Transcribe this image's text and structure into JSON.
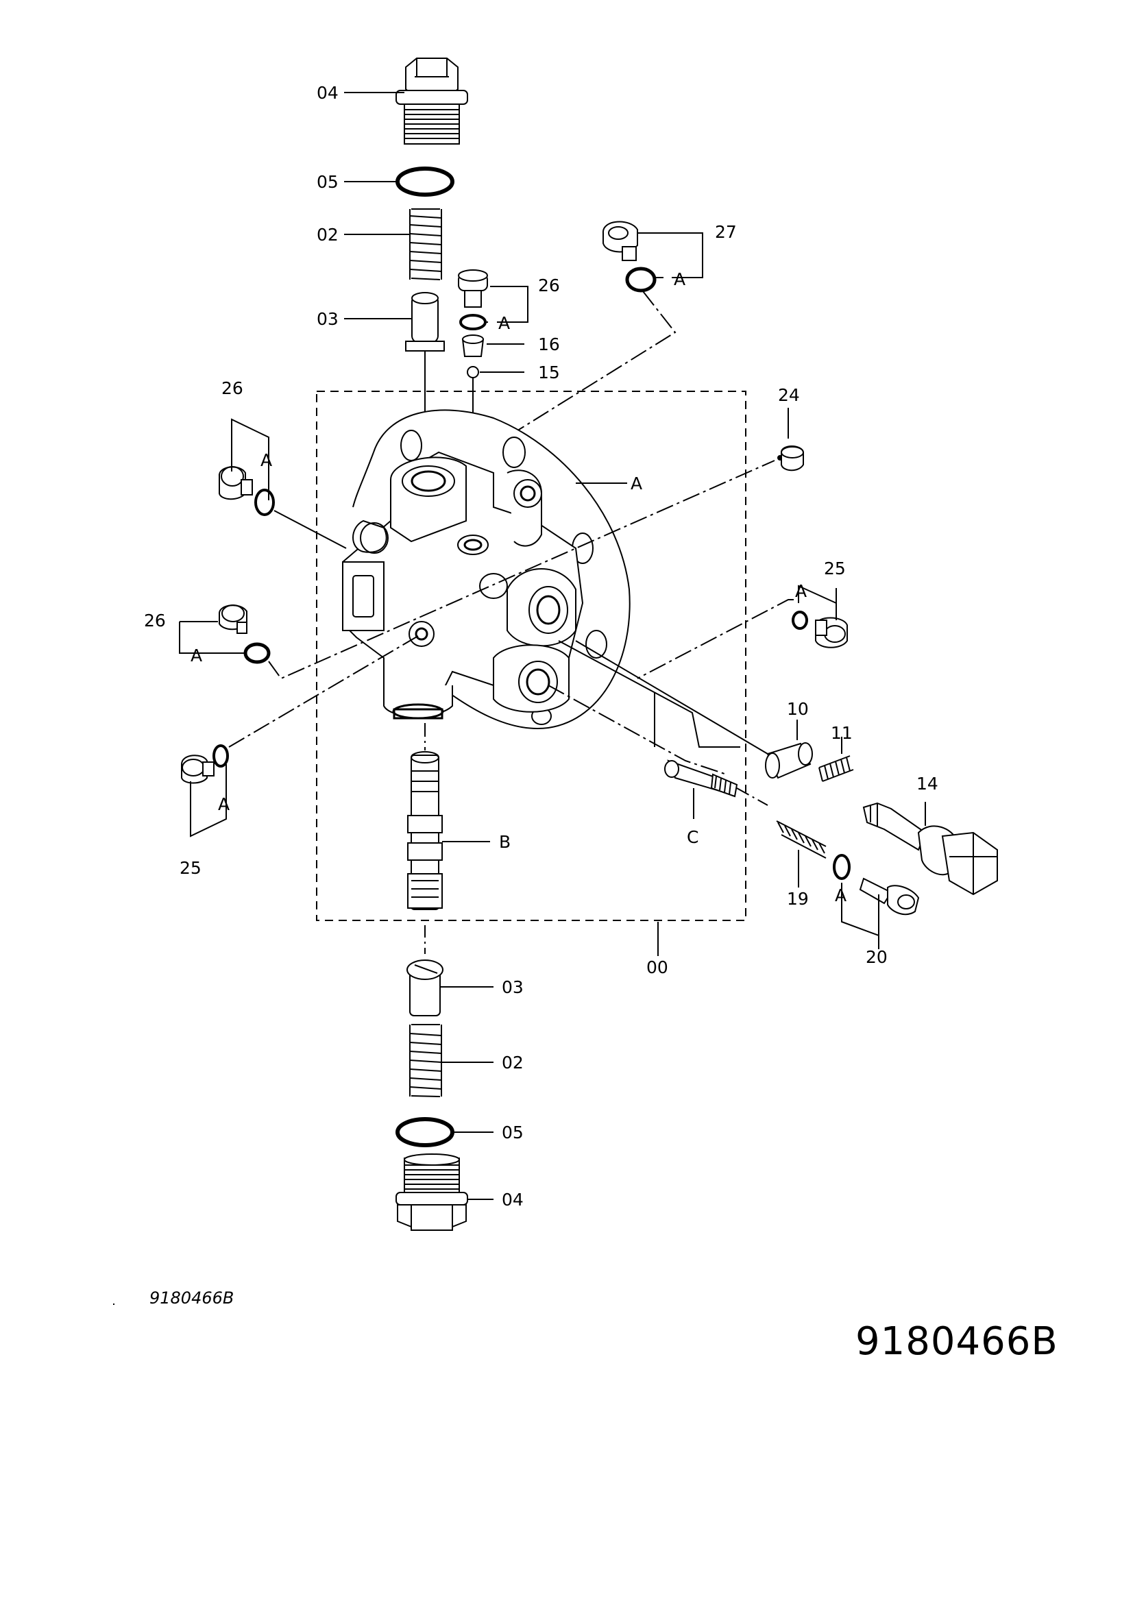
{
  "drawing_code": "9180466B",
  "parts": {
    "p00": "00",
    "p02": "02",
    "p03": "03",
    "p04": "04",
    "p05": "05",
    "p10": "10",
    "p11": "11",
    "p14": "14",
    "p15": "15",
    "p16": "16",
    "p19": "19",
    "p20": "20",
    "p24": "24",
    "p25": "25",
    "p26": "26",
    "p27": "27"
  },
  "letters": {
    "a": "A",
    "b": "B",
    "c": "C"
  }
}
